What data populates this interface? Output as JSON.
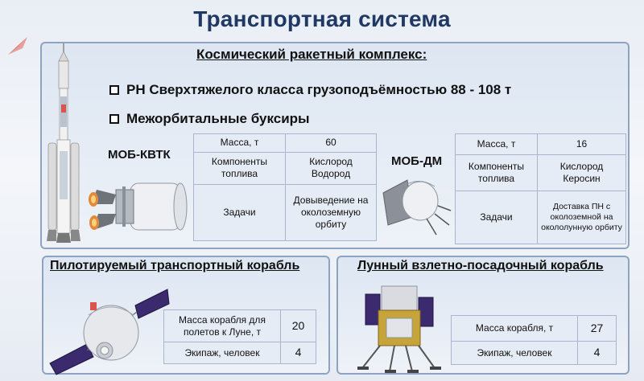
{
  "slide": {
    "title": "Транспортная система"
  },
  "complex": {
    "heading": "Космический ракетный комплекс:",
    "bullets": [
      "РН Сверхтяжелого класса грузоподъёмностью 88 - 108 т",
      "Межорбитальные буксиры"
    ]
  },
  "mob_kvtk": {
    "name": "МОБ-КВТК",
    "rows": [
      {
        "label": "Масса, т",
        "value": "60"
      },
      {
        "label": "Компоненты топлива",
        "value": "Кислород Водород"
      },
      {
        "label": "Задачи",
        "value": "Довыведение на околоземную орбиту"
      }
    ]
  },
  "mob_dm": {
    "name": "МОБ-ДМ",
    "rows": [
      {
        "label": "Масса, т",
        "value": "16"
      },
      {
        "label": "Компоненты топлива",
        "value": "Кислород Керосин"
      },
      {
        "label": "Задачи",
        "value": "Доставка ПН с околоземной на окололунную орбиту"
      }
    ]
  },
  "crew_ship": {
    "heading": "Пилотируемый транспортный корабль",
    "rows": [
      {
        "label": "Масса корабля для полетов к Луне, т",
        "value": "20"
      },
      {
        "label": "Экипаж, человек",
        "value": "4"
      }
    ]
  },
  "lunar_ship": {
    "heading": "Лунный взлетно-посадочный корабль",
    "rows": [
      {
        "label": "Масса корабля, т",
        "value": "27"
      },
      {
        "label": "Экипаж, человек",
        "value": "4"
      }
    ]
  },
  "colors": {
    "title": "#1f3864",
    "panel_border": "#8ea3c2",
    "accent_red": "#d9534f",
    "solar_panel": "#3b2a6e"
  },
  "icons": [
    "corner-arrow-icon",
    "checkbox-bullet-icon"
  ]
}
